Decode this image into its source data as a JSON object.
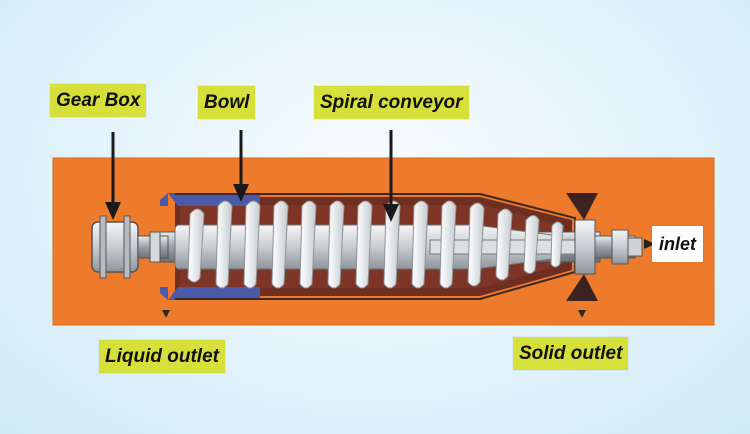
{
  "labels": {
    "gear_box": "Gear Box",
    "bowl": "Bowl",
    "spiral_conveyor": "Spiral conveyor",
    "inlet": "inlet",
    "liquid_outlet": "Liquid outlet",
    "solid_outlet": "Solid outlet"
  },
  "colors": {
    "background": "#e3f3fb",
    "housing": "#ee7a2b",
    "label_fill": "#d7e03a",
    "bowl_accent": "#4a5aa8",
    "solids": "#6e2f22",
    "conveyor": "#eef0f2"
  }
}
